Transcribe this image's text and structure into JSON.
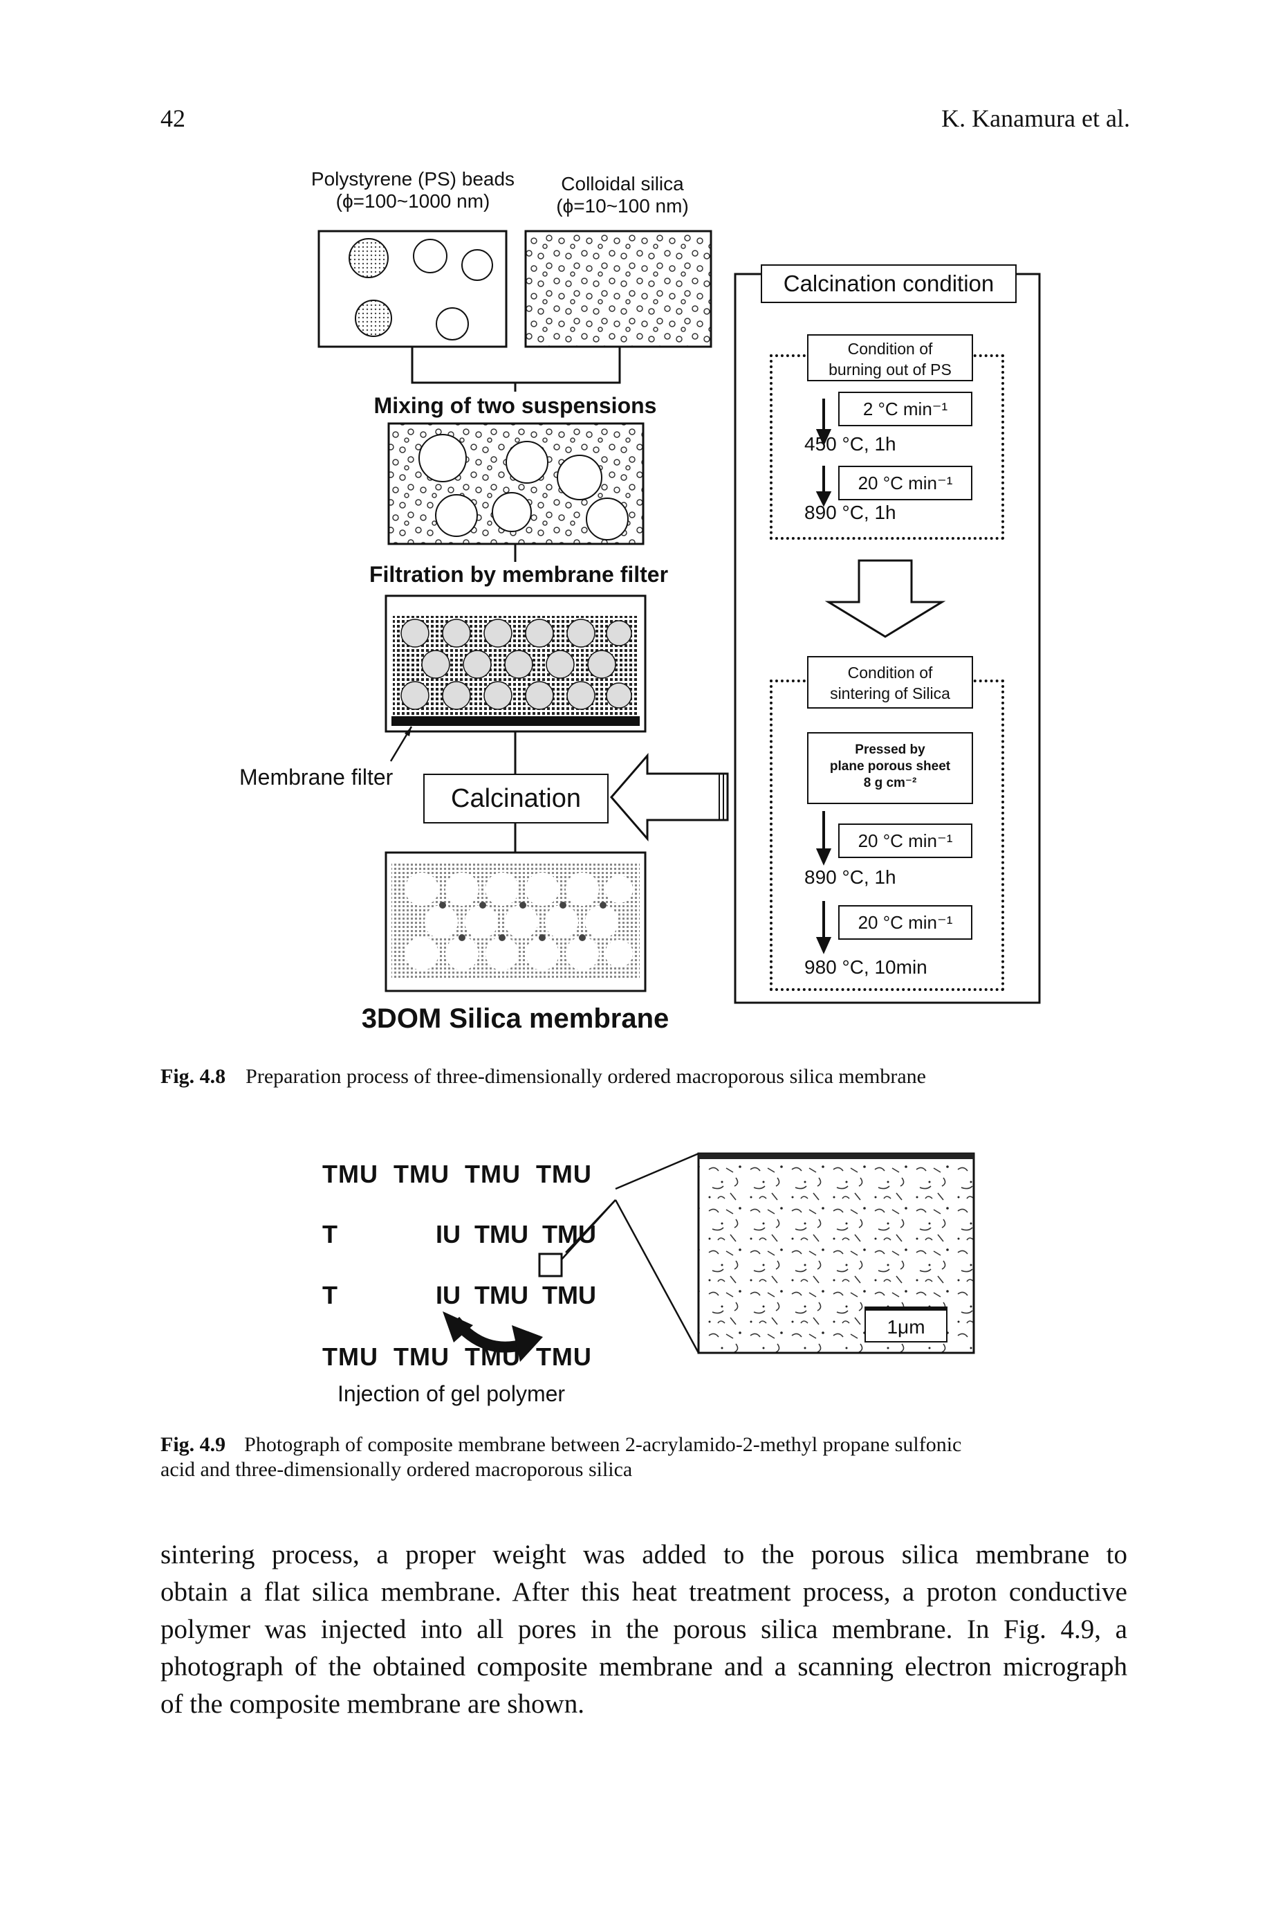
{
  "header": {
    "page_number": "42",
    "running_head": "K. Kanamura et al."
  },
  "fig48": {
    "ps_beads_line1": "Polystyrene (PS) beads",
    "ps_beads_line2": "(ϕ=100~1000 nm)",
    "colloidal_line1": "Colloidal silica",
    "colloidal_line2": "(ϕ=10~100 nm)",
    "mixing_label": "Mixing of two suspensions",
    "filtration_label": "Filtration by membrane filter",
    "membrane_filter_label": "Membrane filter",
    "calcination_label": "Calcination",
    "result_label": "3DOM Silica membrane",
    "calc_condition_title": "Calcination condition",
    "burn_title_line1": "Condition of",
    "burn_title_line2": "burning out of PS",
    "rate1": "2 °C min⁻¹",
    "step1": "450 °C, 1h",
    "rate2": "20 °C min⁻¹",
    "step2": "890 °C, 1h",
    "sinter_title_line1": "Condition of",
    "sinter_title_line2": "sintering of Silica",
    "pressed_line1": "Pressed by",
    "pressed_line2": "plane porous sheet",
    "pressed_line3": "8 g cm⁻²",
    "rate3": "20 °C min⁻¹",
    "step3": "890 °C, 1h",
    "rate4": "20 °C min⁻¹",
    "step4": "980 °C, 10min"
  },
  "caption48": {
    "label": "Fig. 4.8",
    "text": "Preparation process of three-dimensionally ordered macroporous silica membrane"
  },
  "fig49": {
    "tmu_row1": "TMU  TMU  TMU  TMU",
    "tmu_row2_a": "T",
    "tmu_row2_b": "IU  TMU  TMU",
    "tmu_row3_a": "T",
    "tmu_row3_b": "IU  TMU  TMU",
    "tmu_row4": "TMU  TMU  TMU  TMU",
    "injection_label": "Injection of gel polymer",
    "scale_label": "1μm"
  },
  "caption49": {
    "label": "Fig. 4.9",
    "line1": "Photograph of composite membrane between 2-acrylamido-2-methyl propane sulfonic",
    "line2": "acid and three-dimensionally ordered macroporous silica"
  },
  "body": {
    "lines": [
      "sintering process, a proper weight was added to the porous silica membrane to",
      "obtain a flat silica membrane. After this heat treatment process, a proton conductive",
      "polymer was injected into all pores in the porous silica membrane. In Fig. 4.9, a",
      "photograph of the obtained composite membrane and a scanning electron micrograph",
      "of the composite membrane are shown."
    ]
  }
}
